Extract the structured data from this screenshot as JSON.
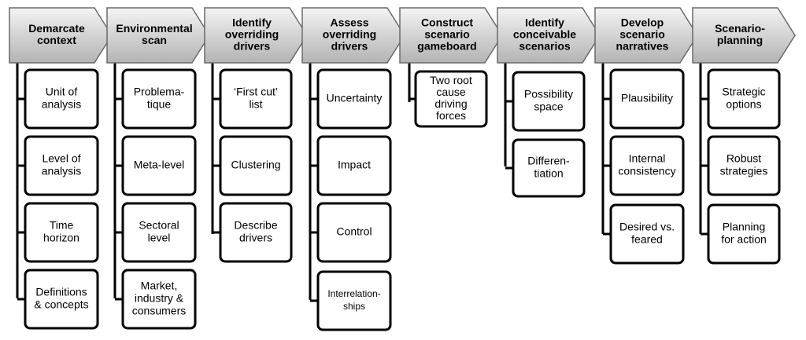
{
  "stages": [
    {
      "title": [
        "Demarcate",
        "context"
      ],
      "items": [
        [
          "Unit of",
          "analysis"
        ],
        [
          "Level of",
          "analysis"
        ],
        [
          "Time",
          "horizon"
        ],
        [
          "Definitions",
          "& concepts"
        ]
      ]
    },
    {
      "title": [
        "Environmental",
        "scan"
      ],
      "items": [
        [
          "Problema-",
          "tique"
        ],
        [
          "Meta-level"
        ],
        [
          "Sectoral",
          "level"
        ],
        [
          "Market,",
          "industry &",
          "consumers"
        ]
      ]
    },
    {
      "title": [
        "Identify",
        "overriding",
        "drivers"
      ],
      "items": [
        [
          "‘First cut’",
          "list"
        ],
        [
          "Clustering"
        ],
        [
          "Describe",
          "drivers"
        ]
      ]
    },
    {
      "title": [
        "Assess",
        "overriding",
        "drivers"
      ],
      "items": [
        [
          "Uncertainty"
        ],
        [
          "Impact"
        ],
        [
          "Control"
        ],
        [
          "Interrelation-",
          "ships"
        ]
      ]
    },
    {
      "title": [
        "Construct",
        "scenario",
        "gameboard"
      ],
      "items": [
        [
          "Two root",
          "cause",
          "driving",
          "forces"
        ]
      ]
    },
    {
      "title": [
        "Identify",
        "conceivable",
        "scenarios"
      ],
      "items": [
        [
          "Possibility",
          "space"
        ],
        [
          "Differen-",
          "tiation"
        ]
      ]
    },
    {
      "title": [
        "Develop",
        "scenario",
        "narratives"
      ],
      "items": [
        [
          "Plausibility"
        ],
        [
          "Internal",
          "consistency"
        ],
        [
          "Desired vs.",
          "feared"
        ]
      ]
    },
    {
      "title": [
        "Scenario-",
        "planning"
      ],
      "items": [
        [
          "Strategic",
          "options"
        ],
        [
          "Robust",
          "strategies"
        ],
        [
          "Planning",
          "for action"
        ]
      ]
    }
  ]
}
